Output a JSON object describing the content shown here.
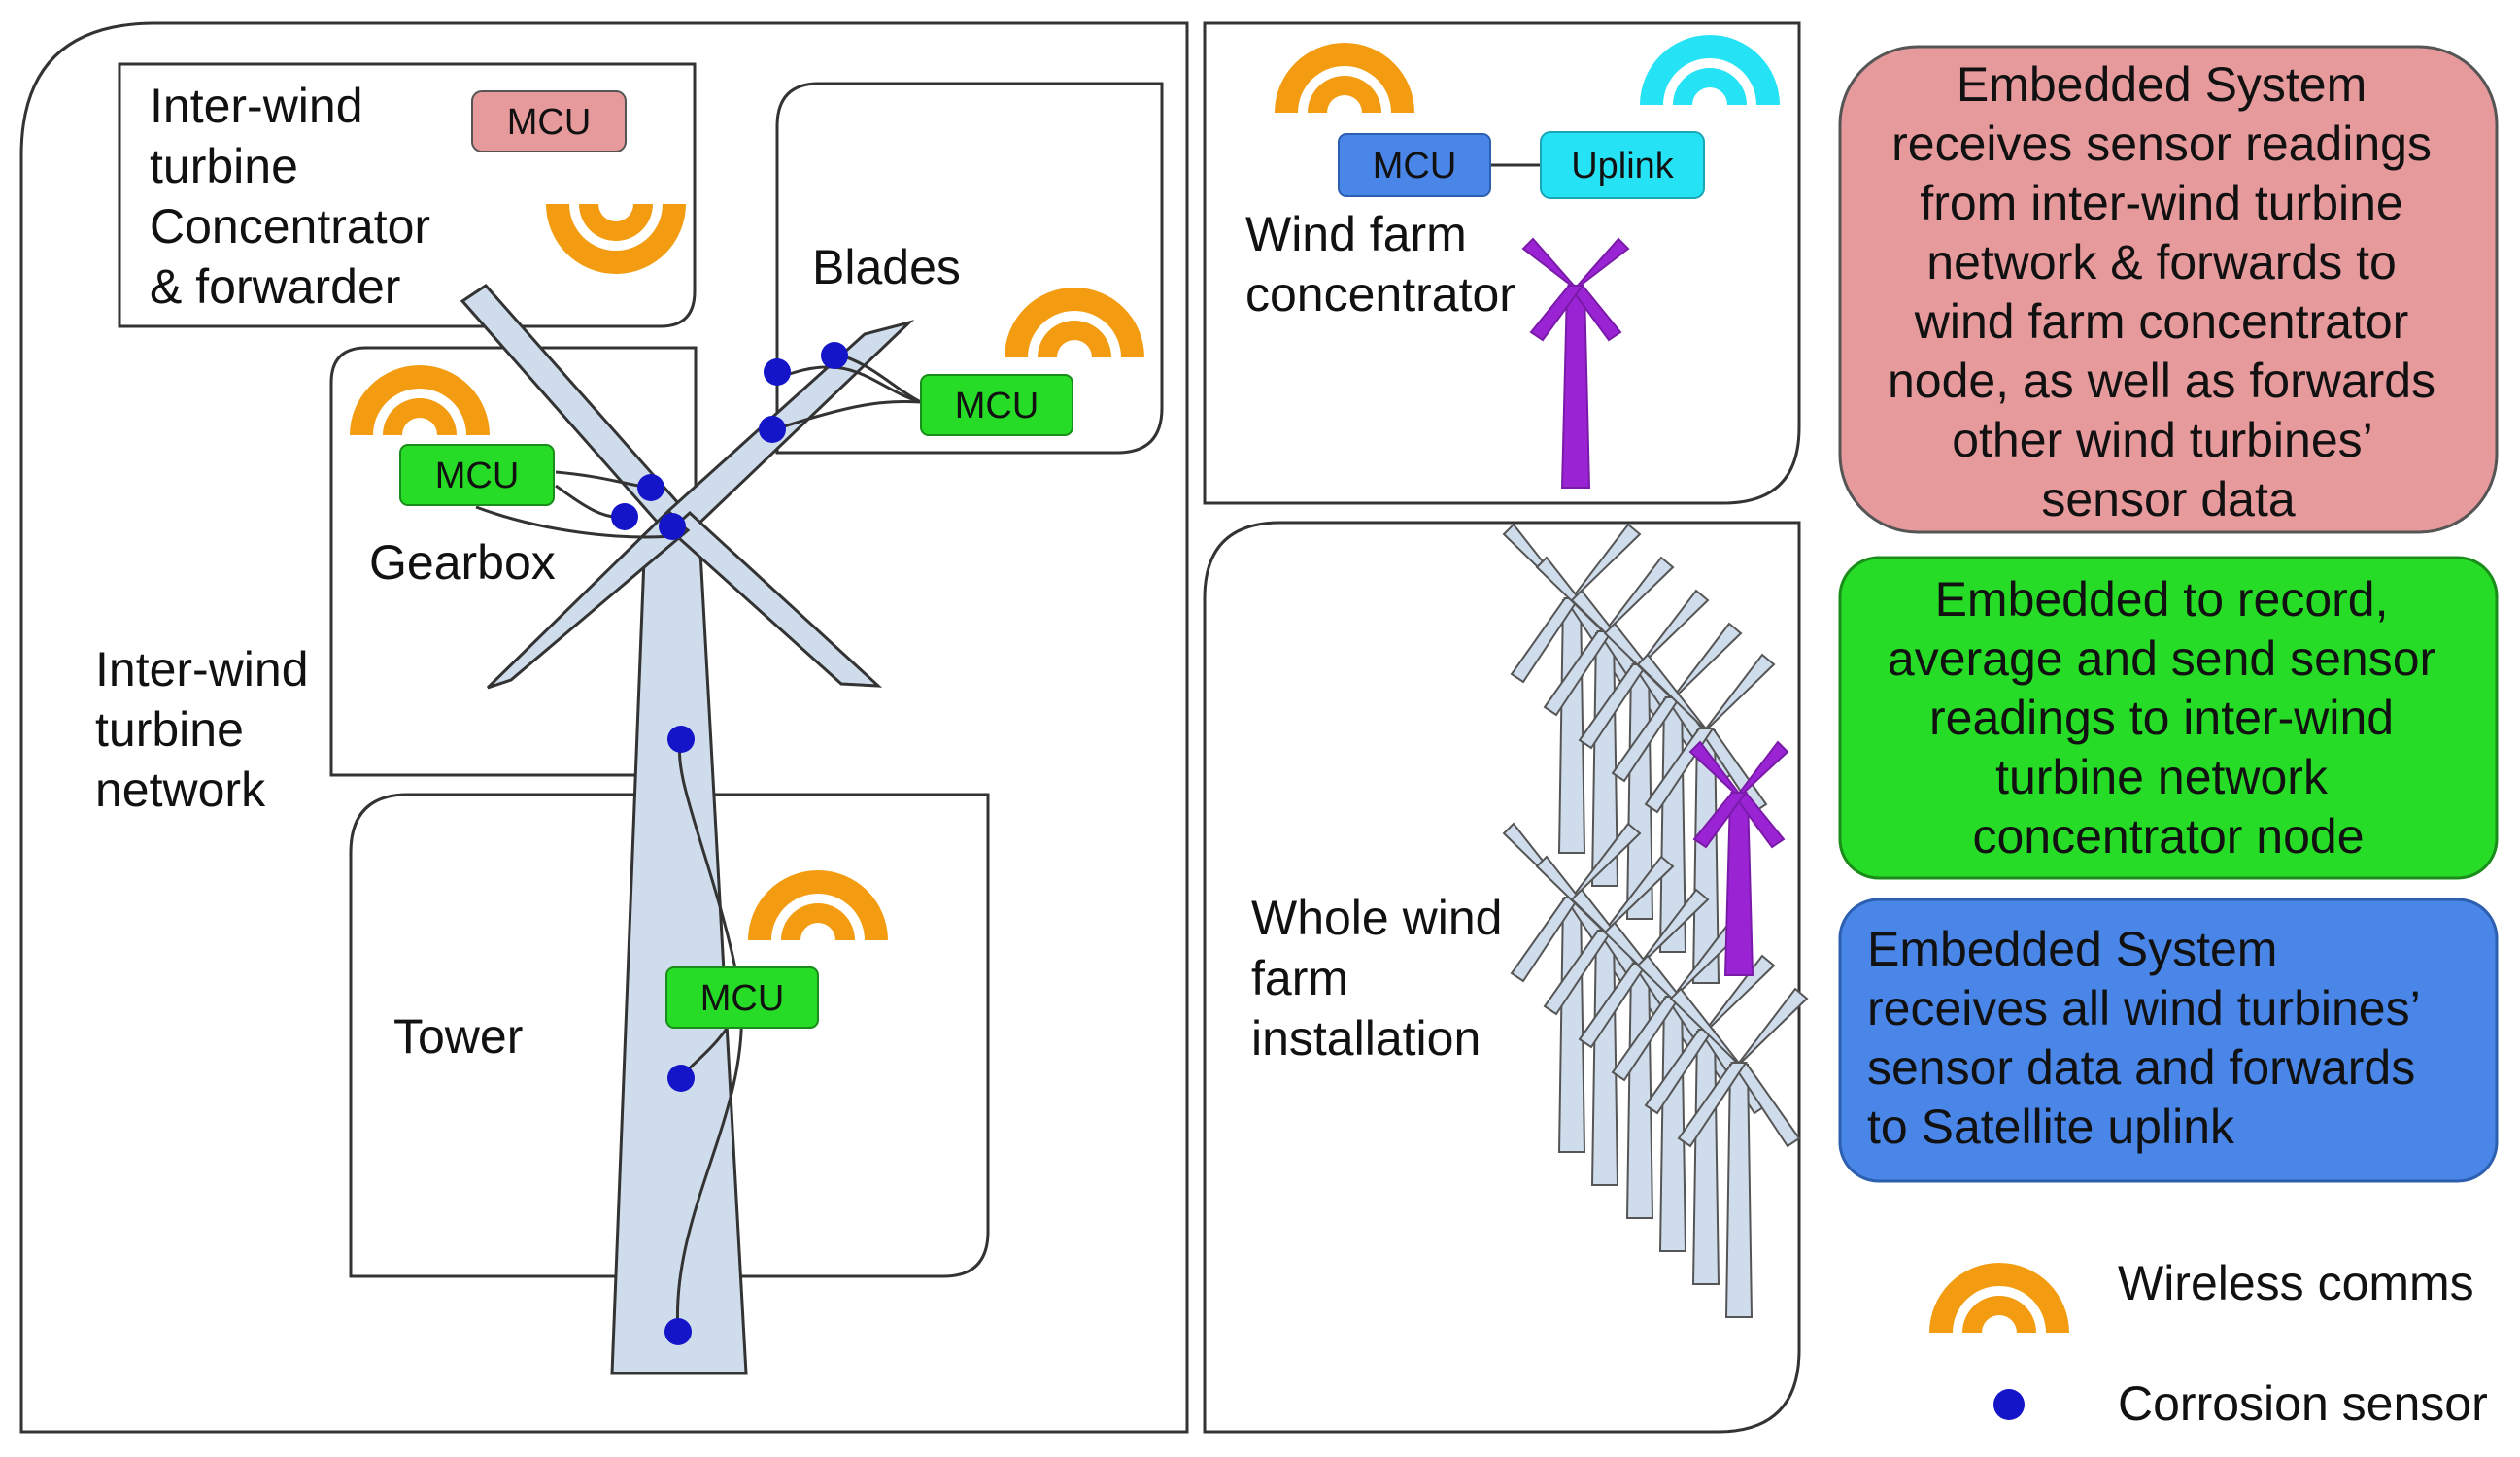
{
  "panels": {
    "network": "Inter-wind turbine network",
    "concentrator": "Inter-wind turbine Concentrator & forwarder",
    "blades": "Blades",
    "gearbox": "Gearbox",
    "tower": "Tower",
    "farm_concentrator": "Wind farm concentrator",
    "whole_farm": "Whole wind farm installation"
  },
  "mcu_labels": {
    "concentrator": "MCU",
    "blades": "MCU",
    "gearbox": "MCU",
    "tower": "MCU",
    "farm": "MCU",
    "uplink": "Uplink"
  },
  "captions": {
    "red": "Embedded System receives sensor readings from inter-wind turbine network & forwards to wind farm concentrator node, as well as forwards other wind turbines’ sensor data",
    "green": "Embedded to record, average and send sensor readings to inter-wind turbine network concentrator node",
    "blue": "Embedded System receives all wind turbines’ sensor data and forwards to Satellite uplink"
  },
  "legend": {
    "wireless": "Wireless comms",
    "sensor": "Corrosion sensor"
  },
  "colors": {
    "red_box": "#e69a9c",
    "green_box": "#26dc26",
    "blue_box": "#4a86e8",
    "mcu_red": "#e69a9c",
    "mcu_green": "#26dc26",
    "mcu_blue": "#4a86e8",
    "uplink": "#26e2f5",
    "wireless_orange": "#f39c11",
    "wireless_cyan": "#26e2f5",
    "sensor": "#1414c8",
    "turbine": "#cfdceb",
    "purple_turbine": "#9a24d4"
  }
}
